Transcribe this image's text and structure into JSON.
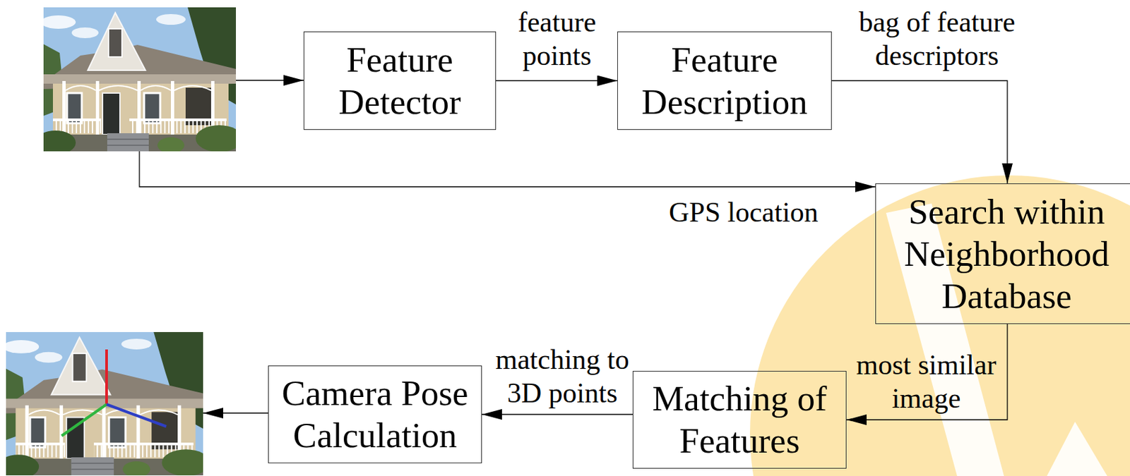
{
  "diagram": {
    "nodes": [
      {
        "text": [
          "Feature Detector"
        ]
      },
      {
        "text": [
          "Feature Description"
        ]
      },
      {
        "text": [
          "Search within Neighborhood Database"
        ]
      },
      {
        "text": [
          "Matching of Features"
        ]
      },
      {
        "text": [
          "Camera Pose Calculation"
        ]
      }
    ],
    "edges": [
      {
        "from": 0,
        "to": 1,
        "label": "feature points",
        "arrow": "to"
      },
      {
        "from": 1,
        "to": 2,
        "label": "bag of feature descriptors",
        "arrow": "to"
      },
      {
        "from": 2,
        "to": 3,
        "label": "most similar image",
        "arrow": "to"
      },
      {
        "from": 3,
        "to": 4,
        "label": "matching to 3D points",
        "arrow": "to"
      }
    ],
    "labels": [
      "GPS location"
    ]
  }
}
